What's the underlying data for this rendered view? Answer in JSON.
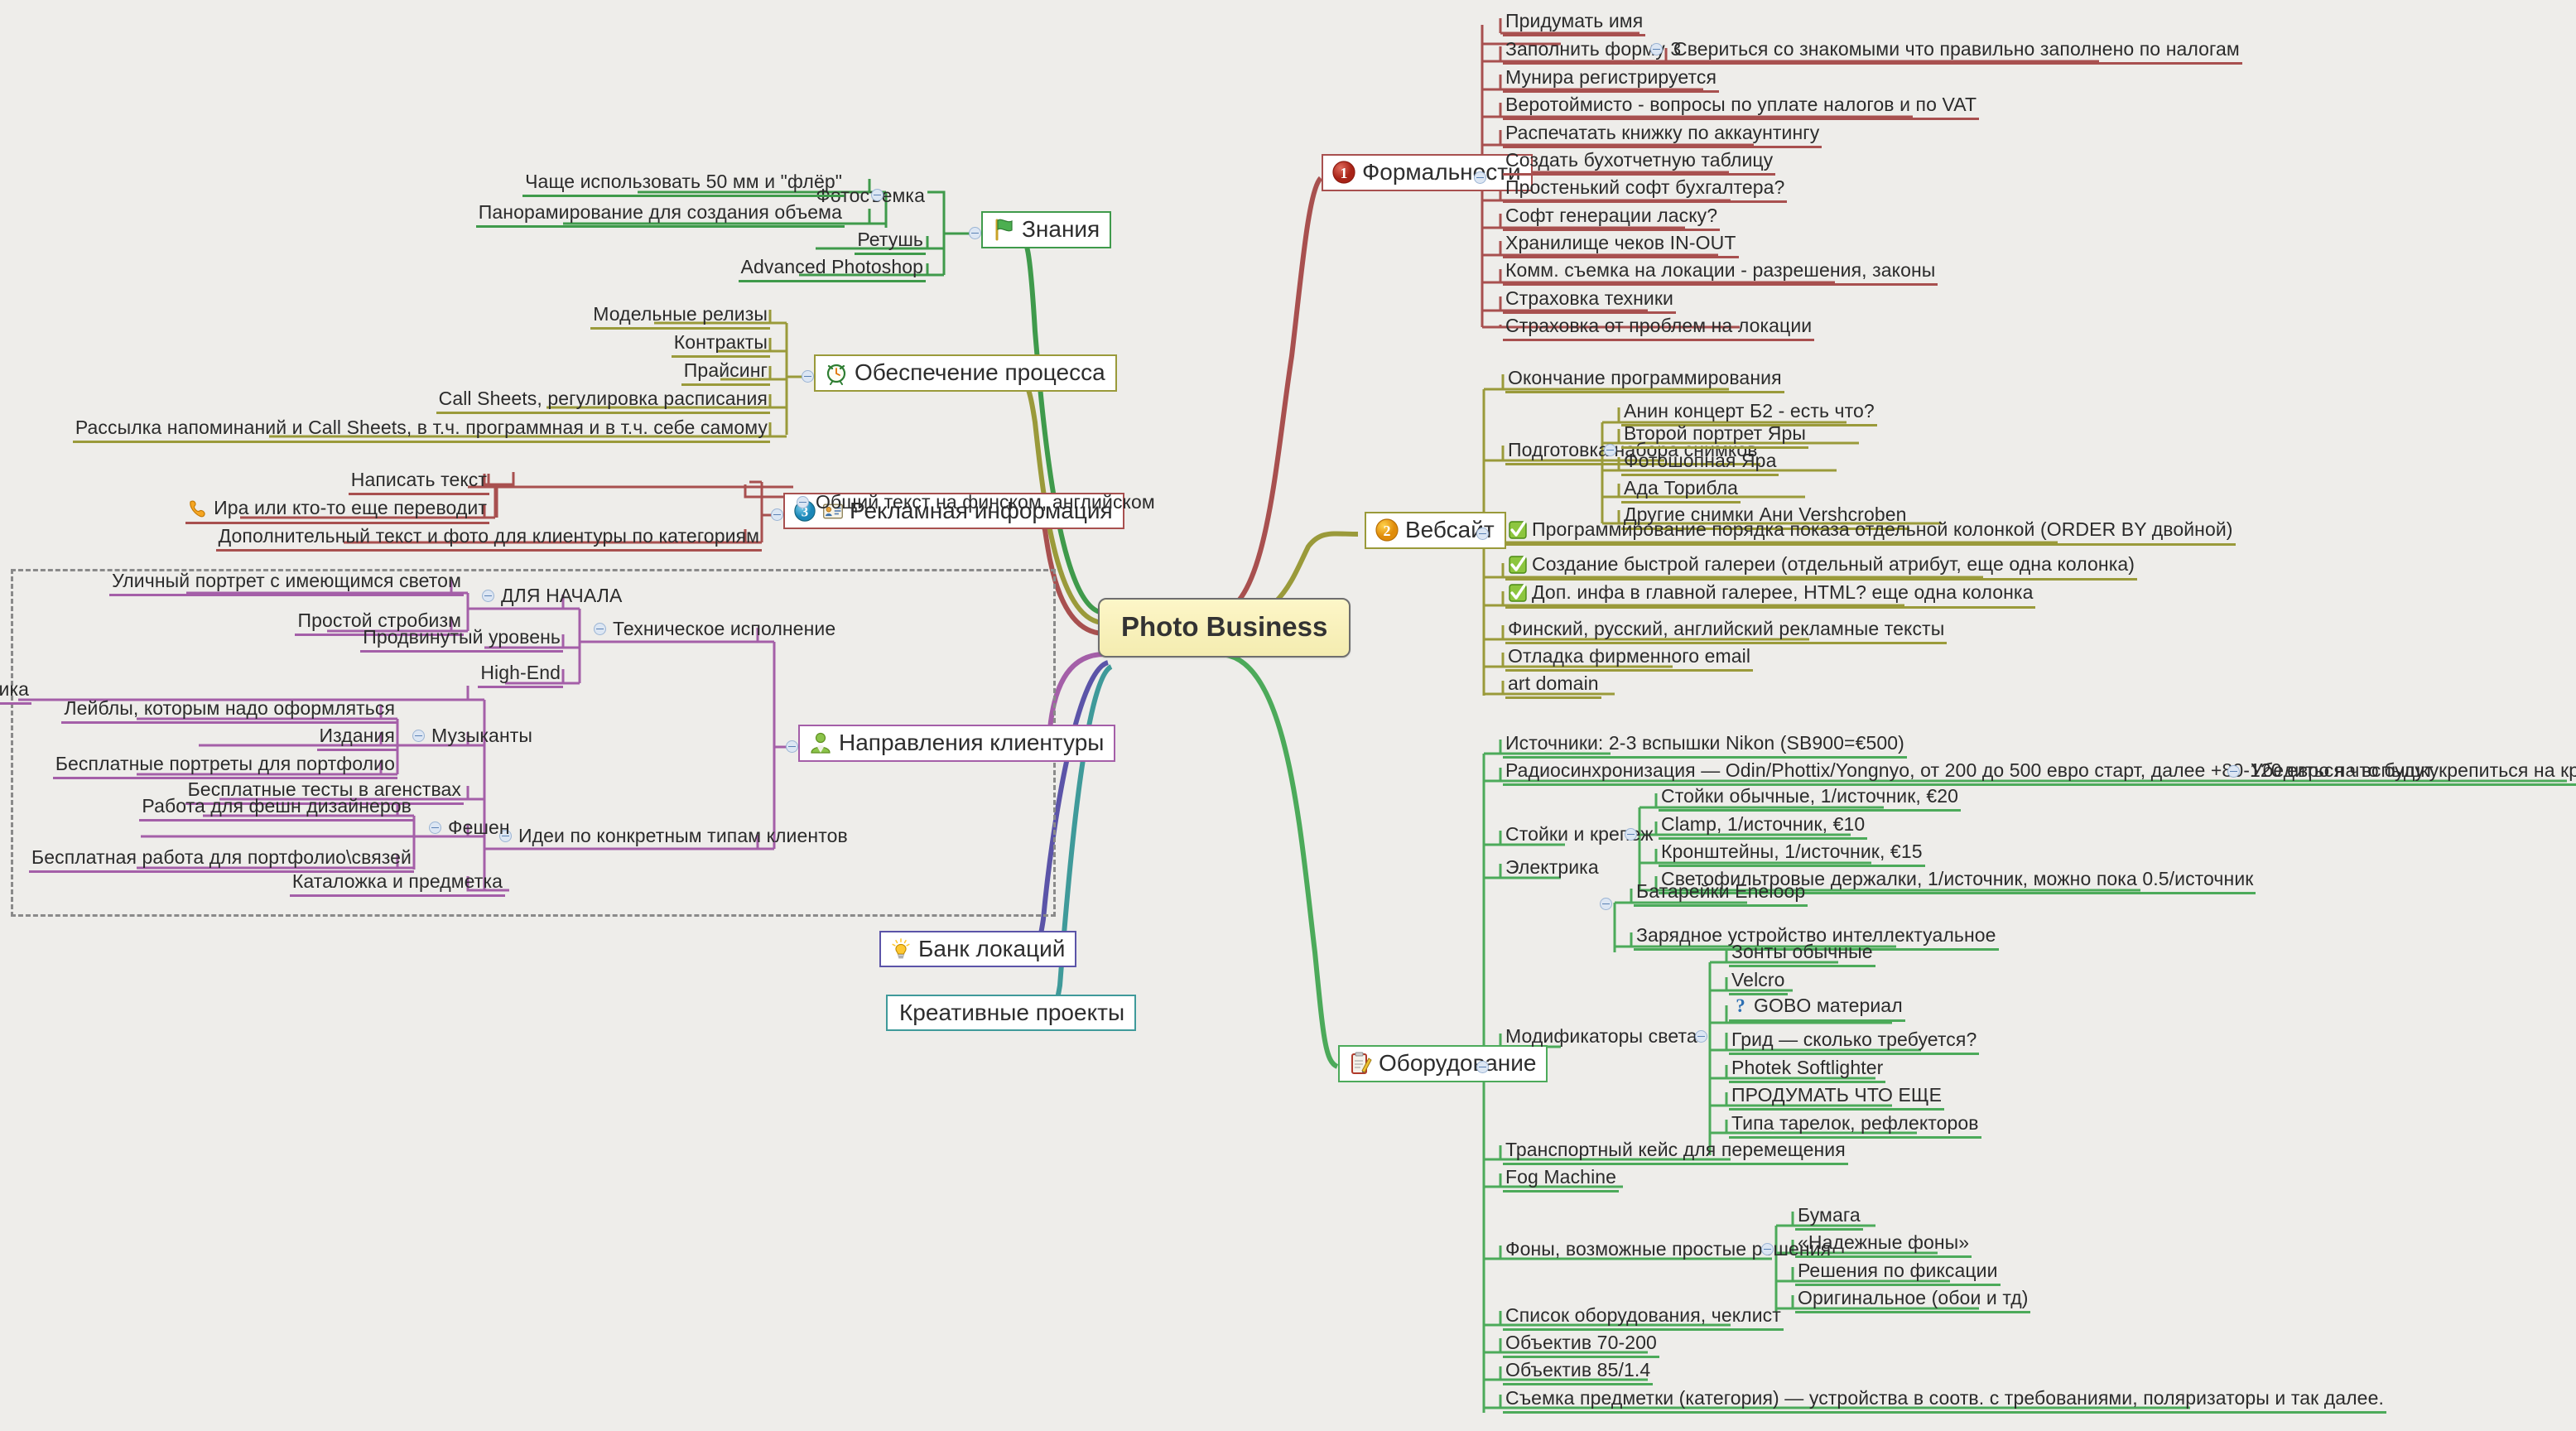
{
  "root": {
    "label": "Photo Business"
  },
  "colors": {
    "background": "#eeedea",
    "formalnosti": "#a8504f",
    "znaniya": "#3f9a4b",
    "obespechenie": "#9a9a3a",
    "reklamnaya": "#a8504f",
    "napravleniya": "#a45fa8",
    "bank": "#5b54a8",
    "kreativnye": "#3f9a9a",
    "oborudovanie": "#4caa5a",
    "vebsajt": "#9a9a3a",
    "root_fill": "#f7f0bd",
    "boundary": "#8a8a8a"
  },
  "branches": {
    "formalnosti": {
      "label": "Формальности",
      "icon": "number-one-red-icon",
      "children": [
        {
          "label": "Придумать имя"
        },
        {
          "label": "Заполнить форму 3",
          "child": {
            "label": "Свериться со знакомыми что правильно заполнено по налогам"
          }
        },
        {
          "label": "Мунира регистрируется"
        },
        {
          "label": "Веротоймисто - вопросы по уплате налогов и по VAT"
        },
        {
          "label": "Распечатать книжку по аккаунтингу"
        },
        {
          "label": "Создать бухотчетную таблицу"
        },
        {
          "label": "Простенький софт бухгалтера?"
        },
        {
          "label": "Софт генерации ласку?"
        },
        {
          "label": "Хранилище чеков IN-OUT"
        },
        {
          "label": "Комм. съемка на локации - разрешения, законы"
        },
        {
          "label": "Страховка техники"
        },
        {
          "label": "Страховка от проблем на локации"
        }
      ]
    },
    "vebsajt": {
      "label": "Вебсайт",
      "icon": "number-two-orange-icon",
      "children": [
        {
          "label": "Окончание программирования"
        },
        {
          "label": "Подготовка набора снимков",
          "children": [
            {
              "label": "Анин концерт Б2 - есть что?"
            },
            {
              "label": "Второй портрет Яры"
            },
            {
              "label": "Фотошопная Яра"
            },
            {
              "label": "Ада Торибла"
            },
            {
              "label": "Другие снимки Ани Vershcroben"
            }
          ]
        },
        {
          "label": "Программирование порядка показа отдельной колонкой (ORDER BY двойной)",
          "icon": "green-check-icon"
        },
        {
          "label": "Создание быстрой галереи (отдельный атрибут, еще одна колонка)",
          "icon": "green-check-icon"
        },
        {
          "label": "Доп. инфа в главной галерее, HTML? еще одна колонка",
          "icon": "green-check-icon"
        },
        {
          "label": "Финский, русский, английский рекламные тексты"
        },
        {
          "label": "Отладка фирменного email"
        },
        {
          "label": "art domain"
        }
      ]
    },
    "oborudovanie": {
      "label": "Оборудование",
      "icon": "clipboard-pencil-icon",
      "children": [
        {
          "label": "Источники: 2-3 вспышки Nikon (SB900=€500)"
        },
        {
          "label": "Радиосинхронизация — Odin/Phottix/Yongnyo, от 200 до 500 евро старт, далее +80-120 евро на вспышку",
          "child": {
            "label": "Убедиться что будут крепиться на кронштейны"
          }
        },
        {
          "label": "Стойки и крепеж",
          "children": [
            {
              "label": "Стойки обычные, 1/источник, €20"
            },
            {
              "label": "Clamp, 1/источник, €10"
            },
            {
              "label": "Кронштейны, 1/источник, €15"
            },
            {
              "label": "Светофильтровые держалки, 1/источник, можно пока 0.5/источник"
            }
          ]
        },
        {
          "label": "Электрика",
          "children": [
            {
              "label": "Батарейки Eneloop"
            },
            {
              "label": "Зарядное устройство интеллектуальное"
            }
          ]
        },
        {
          "label": "Модификаторы света",
          "children": [
            {
              "label": "Зонты обычные"
            },
            {
              "label": "Velcro"
            },
            {
              "label": "GOBO материал",
              "icon": "blue-question-icon"
            },
            {
              "label": "Грид — сколько требуется?"
            },
            {
              "label": "Photek Softlighter"
            },
            {
              "label": "ПРОДУМАТЬ ЧТО ЕЩЕ"
            },
            {
              "label": "Типа тарелок, рефлекторов"
            }
          ]
        },
        {
          "label": "Транспортный кейс для перемещения"
        },
        {
          "label": "Fog Machine"
        },
        {
          "label": "Фоны, возможные простые решения",
          "children": [
            {
              "label": "Бумага"
            },
            {
              "label": "«Надежные фоны»"
            },
            {
              "label": "Решения по фиксации"
            },
            {
              "label": "Оригинальное (обои и тд)"
            }
          ]
        },
        {
          "label": "Список оборудования, чеклист"
        },
        {
          "label": "Объектив 70-200"
        },
        {
          "label": "Объектив 85/1.4"
        },
        {
          "label": "Съемка предметки (категория) — устройства в соотв. с требованиями, поляризаторы и так далее."
        }
      ]
    },
    "znaniya": {
      "label": "Знания",
      "icon": "green-flag-icon",
      "children": [
        {
          "label": "Фотосъемка",
          "children": [
            {
              "label": "Чаще использовать 50 мм и \"флёр\""
            },
            {
              "label": "Панорамирование для создания объема"
            }
          ]
        },
        {
          "label": "Ретушь"
        },
        {
          "label": "Advanced Photoshop"
        }
      ]
    },
    "obespechenie": {
      "label": "Обеспечение процесса",
      "icon": "alarm-clock-icon",
      "children": [
        {
          "label": "Модельные релизы"
        },
        {
          "label": "Контракты"
        },
        {
          "label": "Прайсинг"
        },
        {
          "label": "Call Sheets, регулировка расписания"
        },
        {
          "label": "Рассылка напоминаний  и Call Sheets, в т.ч. программная и в т.ч. себе самому"
        }
      ]
    },
    "reklamnaya": {
      "label": "Рекламная информация",
      "icon": "number-three-blue-icon",
      "icon2": "id-card-icon",
      "children": [
        {
          "label": "Общий текст на финском, английском",
          "children": [
            {
              "label": "Написать текст"
            },
            {
              "label": "Ира или кто-то еще переводит",
              "icon": "orange-phone-icon"
            }
          ]
        },
        {
          "label": "Дополнительный текст  и фото для клиентуры по категориям"
        }
      ]
    },
    "napravleniya": {
      "label": "Направления клиентуры",
      "icon": "green-person-icon",
      "children": [
        {
          "label": "Техническое исполнение",
          "children": [
            {
              "label": "ДЛЯ НАЧАЛА",
              "children": [
                {
                  "label": "Уличный портрет с имеющимся светом"
                },
                {
                  "label": "Простой стробизм"
                }
              ]
            },
            {
              "label": "Продвинутый уровень"
            },
            {
              "label": "High-End"
            }
          ]
        },
        {
          "label": "Идеи по конкретным типам клиентов",
          "children": [
            {
              "label": "Группы и музыканты, направление - металл и классика"
            },
            {
              "label": "Музыканты",
              "children": [
                {
                  "label": "Лейблы, которым надо оформляться"
                },
                {
                  "label": "Издания"
                },
                {
                  "label": "Бесплатные портреты для портфолио"
                }
              ]
            },
            {
              "label": "Бесплатные тесты в агенствах"
            },
            {
              "label": "Фешен",
              "children": [
                {
                  "label": "Работа для фешн дизайнеров"
                },
                {
                  "label": "Бесплатная работа для портфолио\\связей"
                }
              ]
            },
            {
              "label": "Каталожка и предметка"
            }
          ]
        }
      ]
    },
    "bank": {
      "label": "Банк локаций",
      "icon": "lightbulb-icon"
    },
    "kreativnye": {
      "label": "Креативные проекты"
    }
  }
}
